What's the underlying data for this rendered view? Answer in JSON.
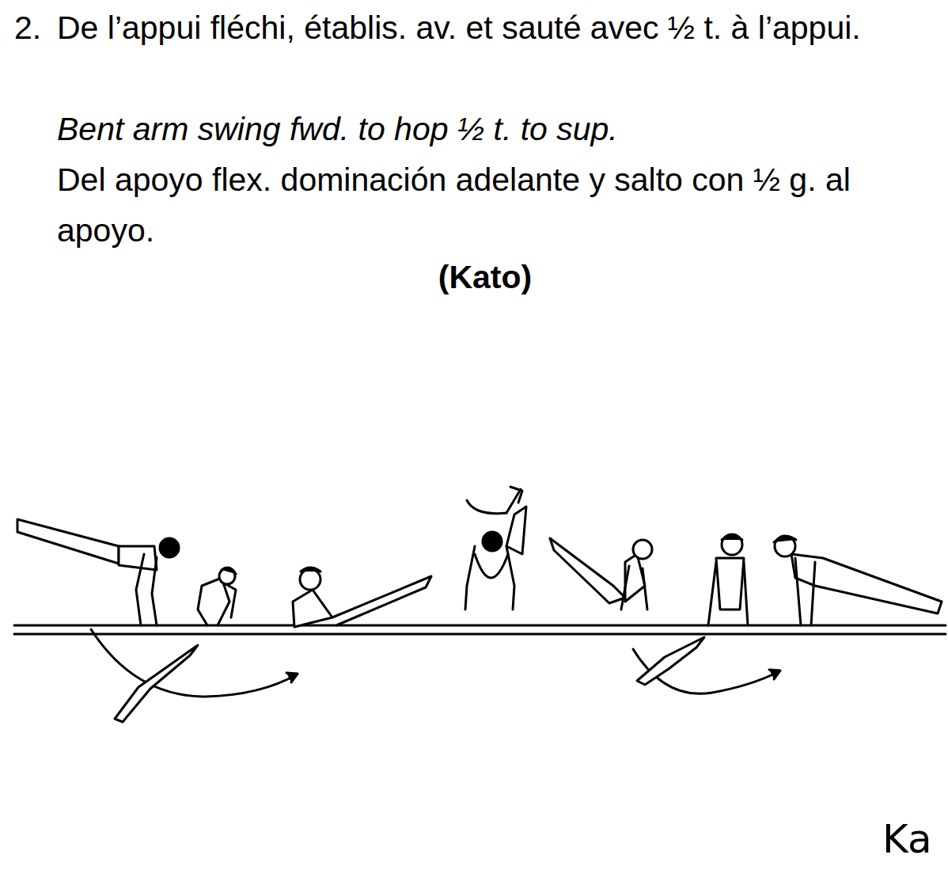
{
  "diagram": {
    "labels": [
      "2.",
      "De l’appui fléchi, établis. av. et sauté avec ½ t. à l’appui.",
      "Bent arm swing fwd. to hop ½ t. to sup.",
      "Del apoyo flex. dominación adelante y salto con ½ g. al apoyo.",
      "(Kato)",
      "Ka"
    ]
  }
}
